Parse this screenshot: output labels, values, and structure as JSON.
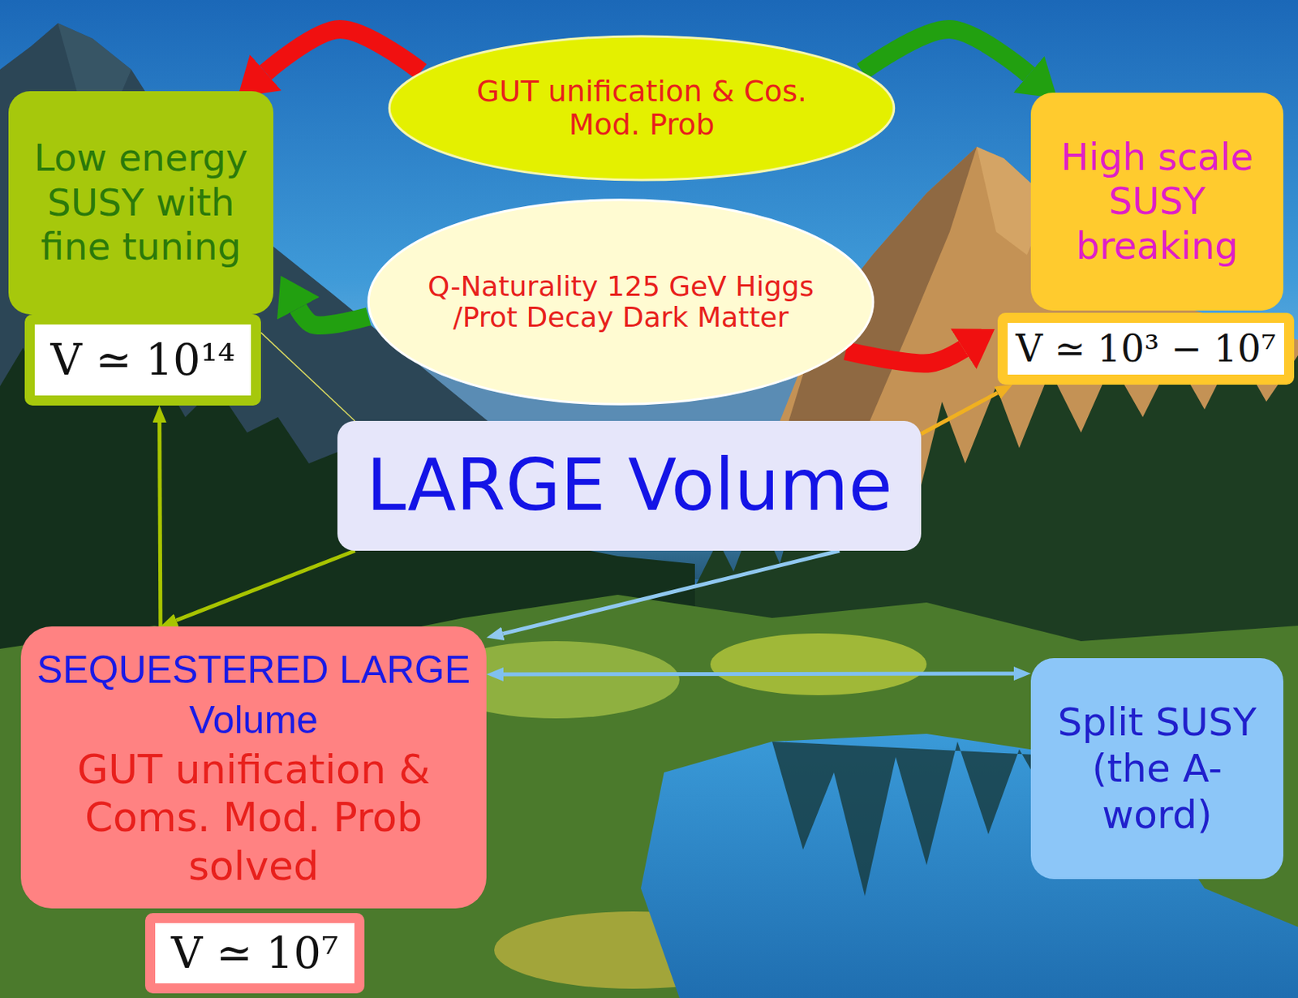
{
  "diagram": {
    "nodes": [
      {
        "text": [
          "GUT unification & Cos. Mod. Prob"
        ]
      },
      {
        "text": [
          "Low energy SUSY with fine tuning"
        ]
      },
      {
        "text": [
          "V ≃ 10¹⁴"
        ]
      },
      {
        "text": [
          "High scale SUSY breaking"
        ]
      },
      {
        "text": [
          "V ≃ 10³ − 10⁷"
        ]
      },
      {
        "text": [
          "Q-Naturality 125 GeV Higgs /Prot Decay Dark Matter"
        ]
      },
      {
        "text": [
          "LARGE Volume"
        ]
      },
      {
        "text": [
          "SEQUESTERED LARGE Volume",
          "GUT unification & Coms. Mod. Prob solved"
        ]
      },
      {
        "text": [
          "V ≃ 10⁷"
        ]
      },
      {
        "text": [
          "Split SUSY (the A-word)"
        ]
      }
    ],
    "edges": [
      {
        "from": 0,
        "to": 1,
        "arrow": "to"
      },
      {
        "from": 0,
        "to": 3,
        "arrow": "to"
      },
      {
        "from": 5,
        "to": 1,
        "arrow": "to"
      },
      {
        "from": 5,
        "to": 4,
        "arrow": "to"
      },
      {
        "from": 6,
        "to": 4,
        "arrow": "to"
      },
      {
        "from": 6,
        "to": 7,
        "arrow": "to"
      },
      {
        "from": 7,
        "to": 2,
        "arrow": "to"
      },
      {
        "from": 6,
        "to": 7,
        "arrow": "to"
      },
      {
        "from": 7,
        "to": 9,
        "arrow": "both"
      },
      {
        "from": 6,
        "to": 2,
        "arrow": "none"
      }
    ]
  }
}
